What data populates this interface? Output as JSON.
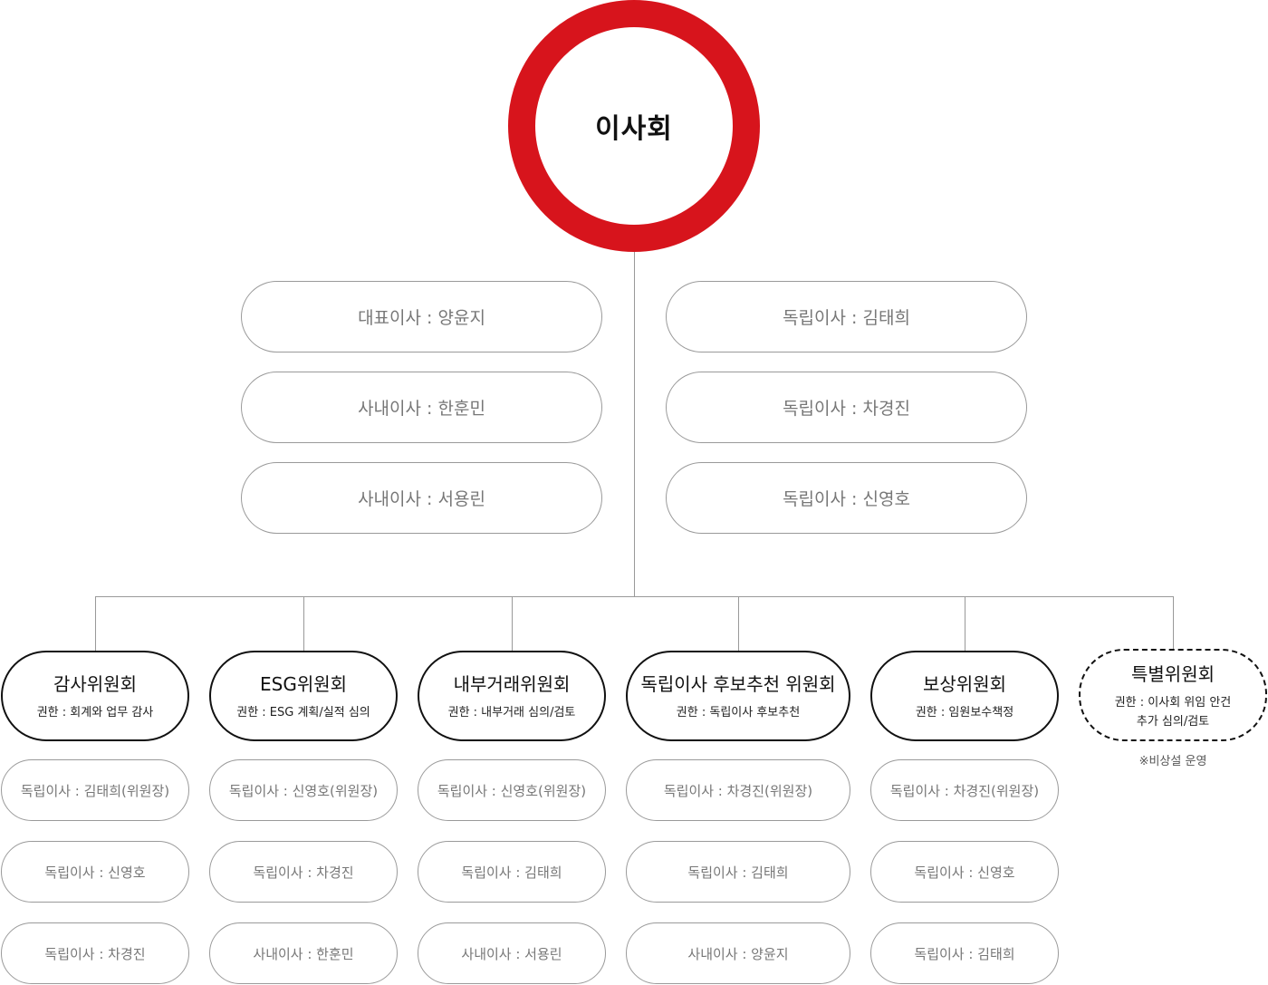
{
  "board": {
    "title": "이사회"
  },
  "directors_left": [
    "대표이사 : 양윤지",
    "사내이사 : 한훈민",
    "사내이사 : 서용린"
  ],
  "directors_right": [
    "독립이사 : 김태희",
    "독립이사 : 차경진",
    "독립이사 : 신영호"
  ],
  "committees": [
    {
      "name": "감사위원회",
      "authority": "권한 : 회계와 업무 감사",
      "members": [
        "독립이사 : 김태희(위원장)",
        "독립이사 : 신영호",
        "독립이사 : 차경진"
      ]
    },
    {
      "name": "ESG위원회",
      "authority": "권한 : ESG 계획/실적 심의",
      "members": [
        "독립이사 : 신영호(위원장)",
        "독립이사 : 차경진",
        "사내이사 : 한훈민"
      ]
    },
    {
      "name": "내부거래위원회",
      "authority": "권한 : 내부거래 심의/검토",
      "members": [
        "독립이사 : 신영호(위원장)",
        "독립이사 : 김태희",
        "사내이사 : 서용린"
      ]
    },
    {
      "name": "독립이사 후보추천 위원회",
      "authority": "권한 : 독립이사 후보추천",
      "members": [
        "독립이사 : 차경진(위원장)",
        "독립이사 : 김태희",
        "사내이사 : 양윤지"
      ]
    },
    {
      "name": "보상위원회",
      "authority": "권한 : 임원보수책정",
      "members": [
        "독립이사 : 차경진(위원장)",
        "독립이사 : 신영호",
        "독립이사 : 김태희"
      ]
    },
    {
      "name": "특별위원회",
      "authority": "권한 : 이사회 위임 안건\n추가 심의/검토",
      "note": "※비상설 운영",
      "members": []
    }
  ],
  "colors": {
    "accent": "#d7141c",
    "line": "#999999"
  }
}
